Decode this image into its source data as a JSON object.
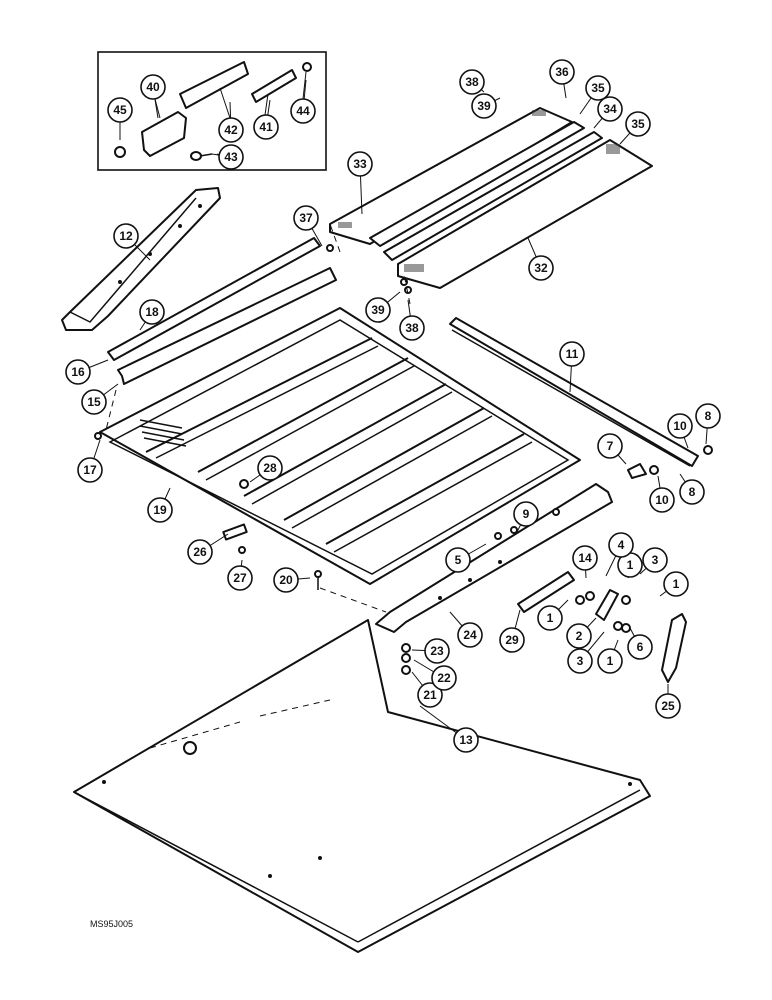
{
  "diagram": {
    "reference_code": "MS95J005",
    "callouts": {
      "c1a": "1",
      "c1b": "1",
      "c1c": "1",
      "c1d": "1",
      "c2": "2",
      "c3a": "3",
      "c3b": "3",
      "c4": "4",
      "c5": "5",
      "c6": "6",
      "c7": "7",
      "c8a": "8",
      "c8b": "8",
      "c9": "9",
      "c10a": "10",
      "c10b": "10",
      "c11": "11",
      "c12": "12",
      "c13": "13",
      "c14": "14",
      "c15": "15",
      "c16": "16",
      "c17": "17",
      "c18": "18",
      "c19": "19",
      "c20": "20",
      "c21": "21",
      "c22": "22",
      "c23": "23",
      "c24": "24",
      "c25": "25",
      "c26": "26",
      "c27": "27",
      "c28": "28",
      "c29": "29",
      "c32": "32",
      "c33": "33",
      "c34": "34",
      "c35a": "35",
      "c35b": "35",
      "c36": "36",
      "c37": "37",
      "c38a": "38",
      "c38b": "38",
      "c39a": "39",
      "c39b": "39",
      "c40": "40",
      "c41": "41",
      "c42": "42",
      "c43": "43",
      "c44": "44",
      "c45": "45"
    }
  }
}
